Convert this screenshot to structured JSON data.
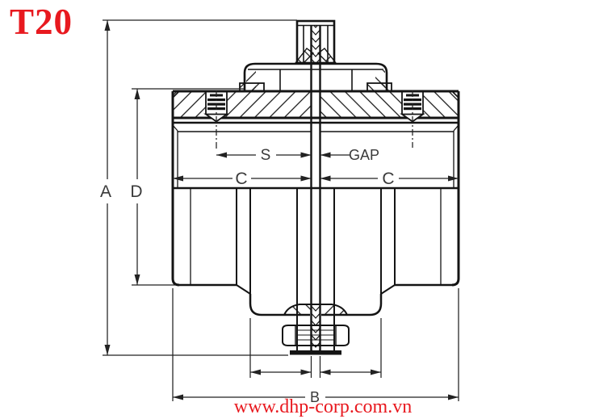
{
  "colors": {
    "accent": "#e8191f",
    "line": "#141414",
    "dim": "#222222",
    "label": "#3a3a3a",
    "background": "#ffffff"
  },
  "title": {
    "text": "T20"
  },
  "footer": {
    "url": "www.dhp-corp.com.vn"
  },
  "diagram": {
    "description": "Sectioned engineering drawing of a T20 flanged shaft coupling with set screws, flange bolt and dimension callouts",
    "dimensions": {
      "a": {
        "label": "A",
        "meaning": "overall height"
      },
      "b": {
        "label": "B",
        "meaning": "overall width across hubs"
      },
      "c_left": {
        "label": "C",
        "meaning": "left hub length"
      },
      "c_right": {
        "label": "C",
        "meaning": "right hub length"
      },
      "d": {
        "label": "D",
        "meaning": "hub outside diameter"
      },
      "s": {
        "label": "S",
        "meaning": "set screw to flange face"
      },
      "gap": {
        "label": "GAP",
        "meaning": "gap between flange faces"
      }
    }
  }
}
